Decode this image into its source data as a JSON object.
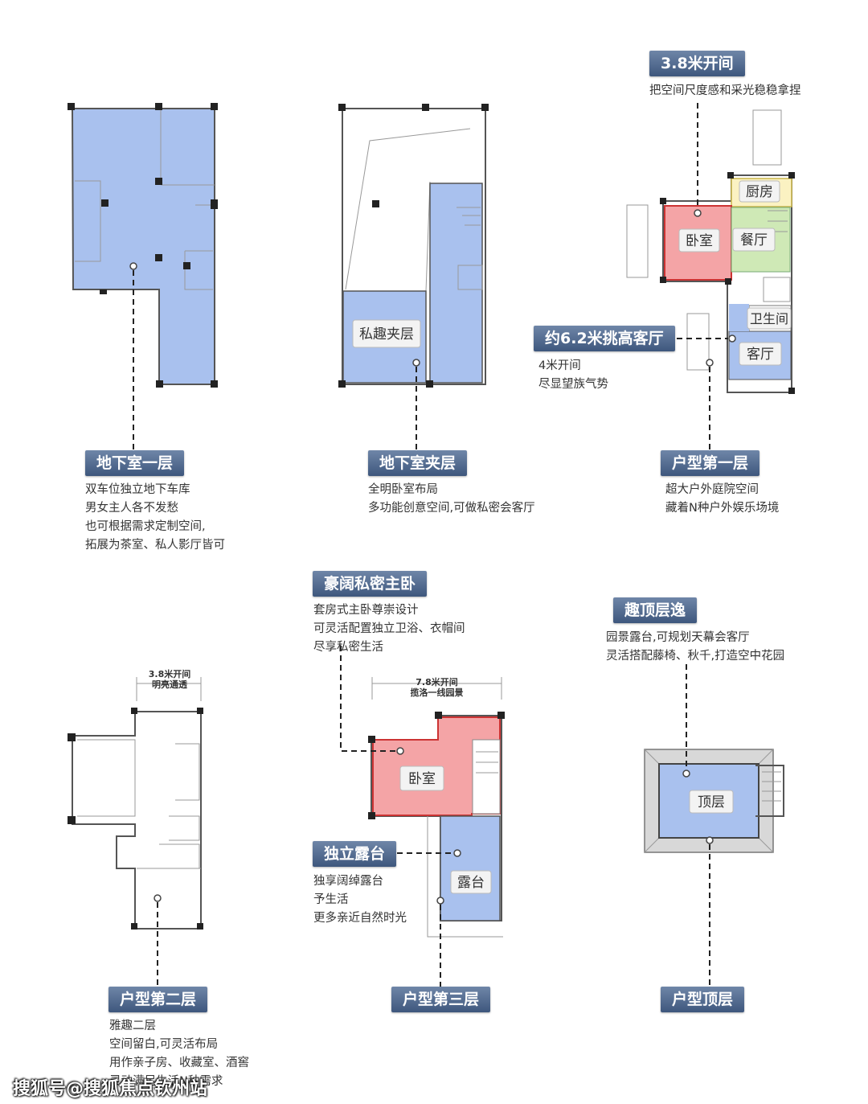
{
  "colors": {
    "room_blue": "#a9c1ee",
    "room_red": "#f4a4a6",
    "room_green": "#cfe9b6",
    "room_yellow": "#fbf2c2",
    "tag_top": "#6f86a8",
    "tag_bottom": "#3e577d"
  },
  "floors": {
    "basement": {
      "tag": "地下室一层",
      "lines": [
        "双车位独立地下车库",
        "男女主人各不发愁",
        "也可根据需求定制空间,",
        "拓展为茶室、私人影厅皆可"
      ]
    },
    "mezzanine": {
      "callout": "私趣夹层",
      "tag": "地下室夹层",
      "lines": [
        "全明卧室布局",
        "多功能创意空间,可做私密会客厅"
      ]
    },
    "first": {
      "width_tag": "3.8米开间",
      "width_desc": "把空间尺度感和采光稳稳拿捏",
      "rooms": [
        "厨房",
        "卧室",
        "餐厅",
        "卫生间",
        "客厅"
      ],
      "hall_tag": "约6.2米挑高客厅",
      "hall_lines": [
        "4米开间",
        "尽显望族气势"
      ],
      "tag": "户型第一层",
      "lines": [
        "超大户外庭院空间",
        "藏着N种户外娱乐场境"
      ]
    },
    "second": {
      "dim_line1": "3.8米开间",
      "dim_line2": "明亮通透",
      "tag": "户型第二层",
      "lines": [
        "雅趣二层",
        "空间留白,可灵活布局",
        "用作亲子房、收藏室、酒窖",
        "灵动满足生活N种需求"
      ]
    },
    "third": {
      "master_tag": "豪阔私密主卧",
      "master_lines": [
        "套房式主卧尊崇设计",
        "可灵活配置独立卫浴、衣帽间",
        "尽享私密生活"
      ],
      "dim_line1": "7.8米开间",
      "dim_line2": "揽洛一线园景",
      "bedroom": "卧室",
      "terrace_tag": "独立露台",
      "terrace_lines": [
        "独享阔绰露台",
        "予生活",
        "更多亲近自然时光"
      ],
      "terrace": "露台",
      "tag": "户型第三层"
    },
    "top": {
      "title_tag": "趣顶层逸",
      "lines": [
        "园景露台,可规划天幕会客厅",
        "灵活搭配藤椅、秋千,打造空中花园"
      ],
      "room": "顶层",
      "tag": "户型顶层"
    }
  },
  "watermark": "搜狐号@搜狐焦点钦州站"
}
